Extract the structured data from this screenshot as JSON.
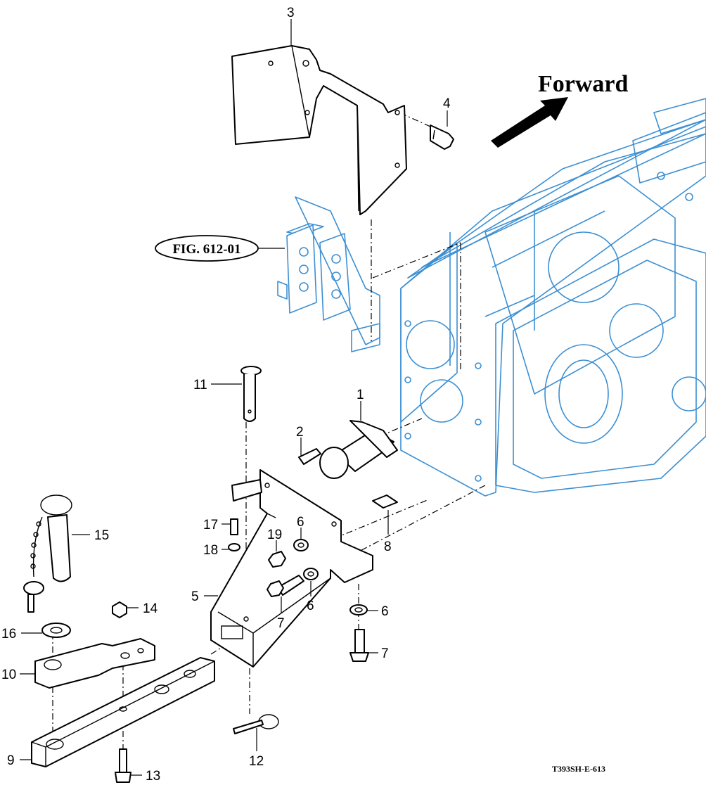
{
  "header": {
    "direction_label": "Forward"
  },
  "figure_reference": "FIG. 612-01",
  "footer": {
    "diagram_code": "T393SH-E-613"
  },
  "callouts": [
    "1",
    "2",
    "3",
    "4",
    "5",
    "6",
    "6",
    "6",
    "7",
    "7",
    "8",
    "9",
    "10",
    "11",
    "12",
    "13",
    "14",
    "15",
    "16",
    "17",
    "18",
    "19"
  ],
  "colors": {
    "background_parts": "#3c8fd2",
    "parts": "#000000"
  }
}
